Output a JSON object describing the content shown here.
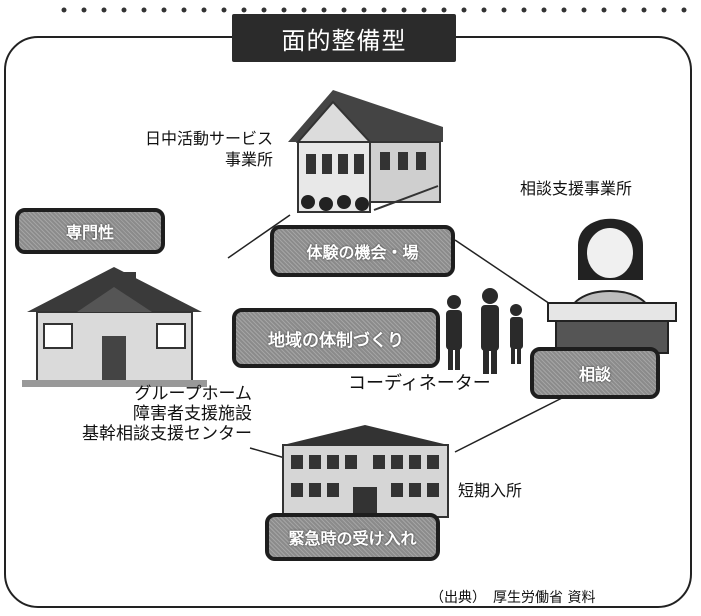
{
  "title": "面的整備型",
  "nodes": {
    "daytime_activity": "日中活動サービス\n事業所",
    "consultation_office": "相談支援事業所",
    "group_home": "グループホーム\n障害者支援施設\n基幹相談支援センター",
    "short_stay": "短期入所",
    "coordinator": "コーディネーター"
  },
  "badges": {
    "expertise": "専門性",
    "experience": "体験の機会・場",
    "community": "地域の体制づくり",
    "consultation": "相談",
    "emergency": "緊急時の受け入れ"
  },
  "source": "（出典）　厚生労働省 資料",
  "icons": [
    "house-icon",
    "person-at-desk-icon",
    "group-home-icon",
    "people-icon",
    "facility-building-icon"
  ]
}
